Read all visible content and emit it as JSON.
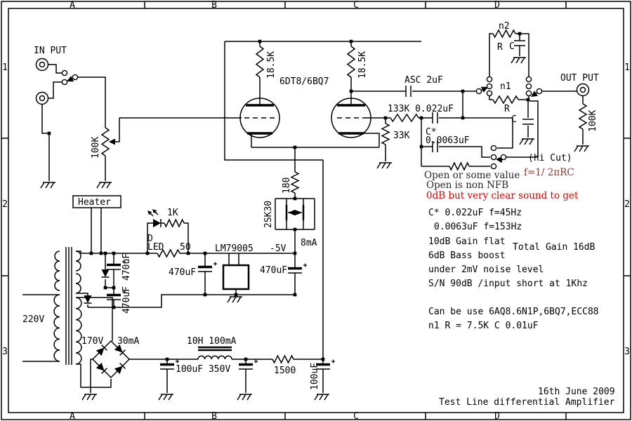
{
  "colors": {
    "wire": "#000000",
    "red": "#e00000",
    "maroon": "#8b3a2e",
    "note": "#26262e",
    "background": "#ffffff"
  },
  "border": {
    "cols": [
      "A",
      "B",
      "C",
      "D"
    ],
    "rows": [
      "1",
      "2",
      "3"
    ]
  },
  "title_block": {
    "date": "16th June 2009",
    "title": "Test Line differential Amplifier"
  },
  "input": {
    "label": "IN PUT",
    "pot": "100K"
  },
  "tubes": {
    "name": "6DT8/6BQ7",
    "plate_r_left": "18.5K",
    "plate_r_right": "18.5K"
  },
  "tail": {
    "r": "180",
    "fet": "2SK30",
    "current": "8mA"
  },
  "heater": {
    "label": "Heater"
  },
  "regulator": {
    "chip": "LM79005",
    "rail": "-5V",
    "cap_left_top": "470uF",
    "cap_left_bottom": "470uF",
    "cap_mid": "470uF",
    "cap_rail": "470uF",
    "diode": "D",
    "led": "LED",
    "r_series": "50",
    "r_led": "1K"
  },
  "psu": {
    "primary": "220V",
    "secondary": "170V",
    "current": "30mA",
    "choke": "10H 100mA",
    "cap1": "100uF 350V",
    "r": "1500",
    "cap3": "100uF"
  },
  "nfb": {
    "coupling": "ASC 2uF",
    "rc": "133K 0.022uF",
    "grid_r": "33K",
    "cstar": "C*",
    "cstar_val": "0.0063uF",
    "n2": "n2",
    "n2_r": "R",
    "n2_c": "C",
    "n1": "n1",
    "n1_r": "R",
    "hicut_c": "C",
    "hicut": "(hi Cut)",
    "formula": "f=1/ 2πRC",
    "output_label": "OUT PUT",
    "out_r": "100K"
  },
  "notes": {
    "line1": "Open or some value",
    "line2": "Open is non NFB",
    "line3": "0dB but very clear sound to get"
  },
  "specs": [
    "C*  0.022uF  f=45Hz",
    "0.0063uF    f=153Hz",
    "10dB Gain flat",
    "Total Gain 16dB",
    "6dB Bass boost",
    "under 2mV noise level",
    "S/N 90dB /input short at 1Khz",
    "Can be use 6AQ8.6N1P,6BQ7,ECC88",
    "n1 R = 7.5K C 0.01uF"
  ]
}
